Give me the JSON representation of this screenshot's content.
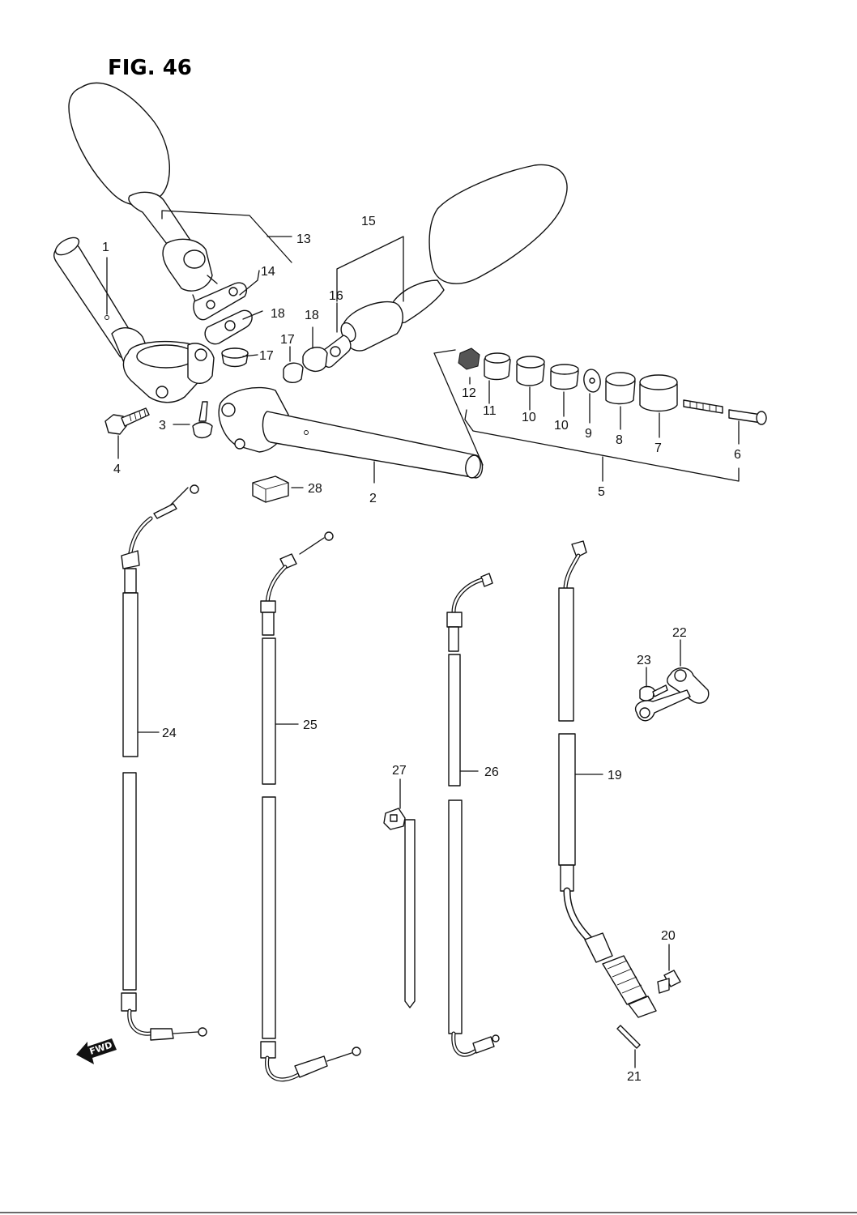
{
  "figure": {
    "title": "FIG. 46",
    "fwd_label": "FWD"
  },
  "parts": [
    {
      "id": "p1",
      "number": "1"
    },
    {
      "id": "p2",
      "number": "2"
    },
    {
      "id": "p3",
      "number": "3"
    },
    {
      "id": "p4",
      "number": "4"
    },
    {
      "id": "p5",
      "number": "5"
    },
    {
      "id": "p6",
      "number": "6"
    },
    {
      "id": "p7",
      "number": "7"
    },
    {
      "id": "p8",
      "number": "8"
    },
    {
      "id": "p9",
      "number": "9"
    },
    {
      "id": "p10a",
      "number": "10"
    },
    {
      "id": "p10b",
      "number": "10"
    },
    {
      "id": "p11",
      "number": "11"
    },
    {
      "id": "p12",
      "number": "12"
    },
    {
      "id": "p13",
      "number": "13"
    },
    {
      "id": "p14",
      "number": "14"
    },
    {
      "id": "p15",
      "number": "15"
    },
    {
      "id": "p16",
      "number": "16"
    },
    {
      "id": "p17a",
      "number": "17"
    },
    {
      "id": "p17b",
      "number": "17"
    },
    {
      "id": "p18a",
      "number": "18"
    },
    {
      "id": "p18b",
      "number": "18"
    },
    {
      "id": "p19",
      "number": "19"
    },
    {
      "id": "p20",
      "number": "20"
    },
    {
      "id": "p21",
      "number": "21"
    },
    {
      "id": "p22",
      "number": "22"
    },
    {
      "id": "p23",
      "number": "23"
    },
    {
      "id": "p24",
      "number": "24"
    },
    {
      "id": "p25",
      "number": "25"
    },
    {
      "id": "p26",
      "number": "26"
    },
    {
      "id": "p27",
      "number": "27"
    },
    {
      "id": "p28",
      "number": "28"
    }
  ]
}
